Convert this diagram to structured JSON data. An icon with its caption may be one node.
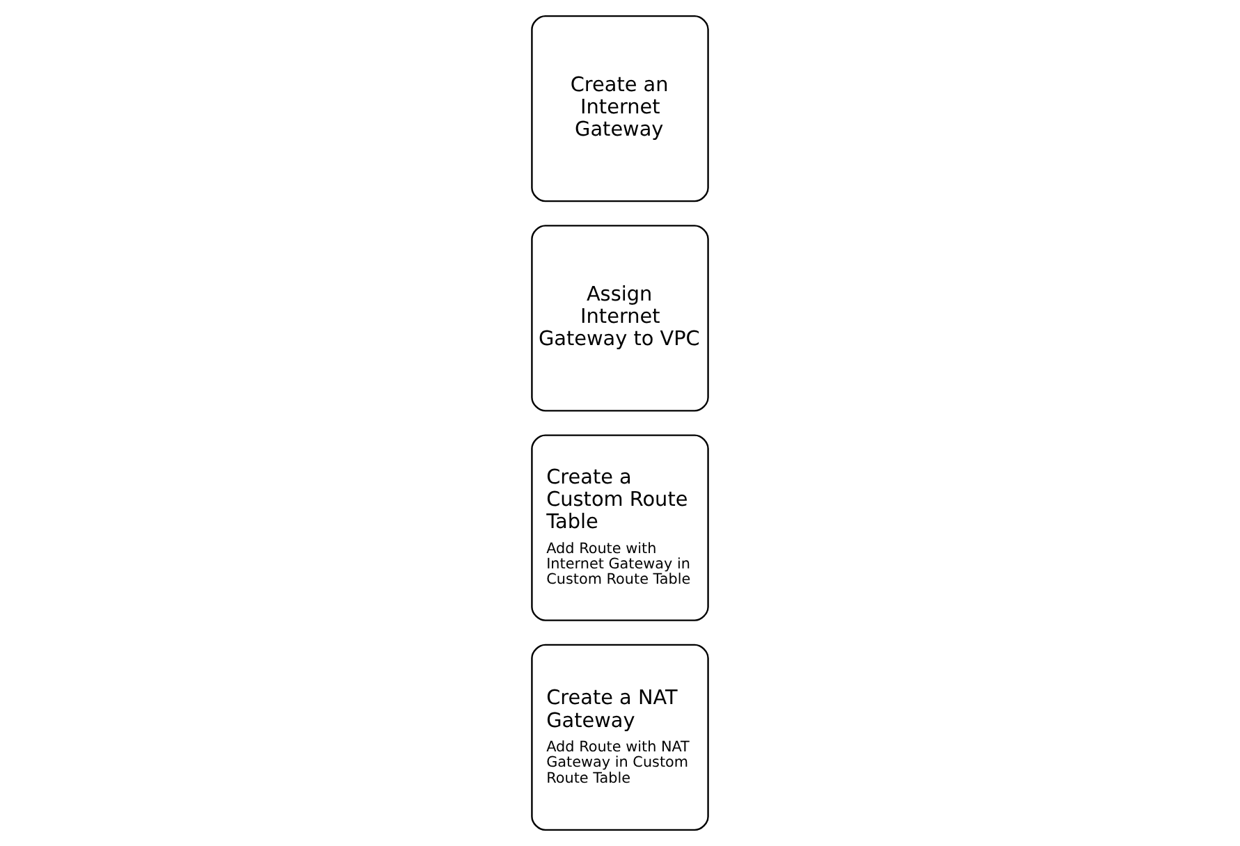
{
  "diagram": {
    "nodes": [
      {
        "text": [
          "Create an Internet Gateway"
        ]
      },
      {
        "text": [
          "Assign Internet Gateway to VPC"
        ]
      },
      {
        "text": [
          "Create a Custom Route Table",
          "Add Route with Internet Gateway in Custom Route Table"
        ]
      },
      {
        "text": [
          "Create a NAT Gateway",
          "Add Route with NAT Gateway in Custom Route Table"
        ]
      }
    ]
  }
}
